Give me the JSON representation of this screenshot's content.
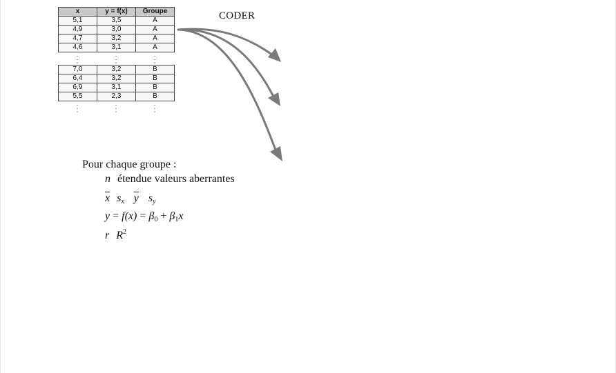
{
  "table": {
    "headers": [
      "x",
      "y = f(x)",
      "Groupe"
    ],
    "group_a": [
      [
        "5,1",
        "3,5",
        "A"
      ],
      [
        "4,9",
        "3,0",
        "A"
      ],
      [
        "4,7",
        "3,2",
        "A"
      ],
      [
        "4,6",
        "3,1",
        "A"
      ]
    ],
    "group_b": [
      [
        "7,0",
        "3,2",
        "B"
      ],
      [
        "6,4",
        "3,2",
        "B"
      ],
      [
        "6,9",
        "3,1",
        "B"
      ],
      [
        "5,5",
        "2,3",
        "B"
      ]
    ]
  },
  "coder_label": "CODER",
  "stats": {
    "heading": "Pour chaque groupe :",
    "line1": {
      "n": "n",
      "text": "étendue  valeurs aberrantes"
    },
    "line2": {
      "xbar": "x",
      "sx_s": "s",
      "sx_sub": "x",
      "ybar": "y",
      "sy_s": "s",
      "sy_sub": "y"
    },
    "line3": {
      "lhs": "y",
      "eq1": " = ",
      "f": "f",
      "paren": "(x)",
      "eq2": " = ",
      "b0": "β",
      "b0_sub": "0",
      "plus": " + ",
      "b1": "β",
      "b1_sub": "1",
      "x": "x"
    },
    "line4": {
      "r": "r",
      "R": "R",
      "sup": "2"
    }
  },
  "colors": {
    "arrow": "#7a7a7a",
    "header_bg": "#c9c9c9",
    "cell_bg": "#f7f7f7"
  }
}
